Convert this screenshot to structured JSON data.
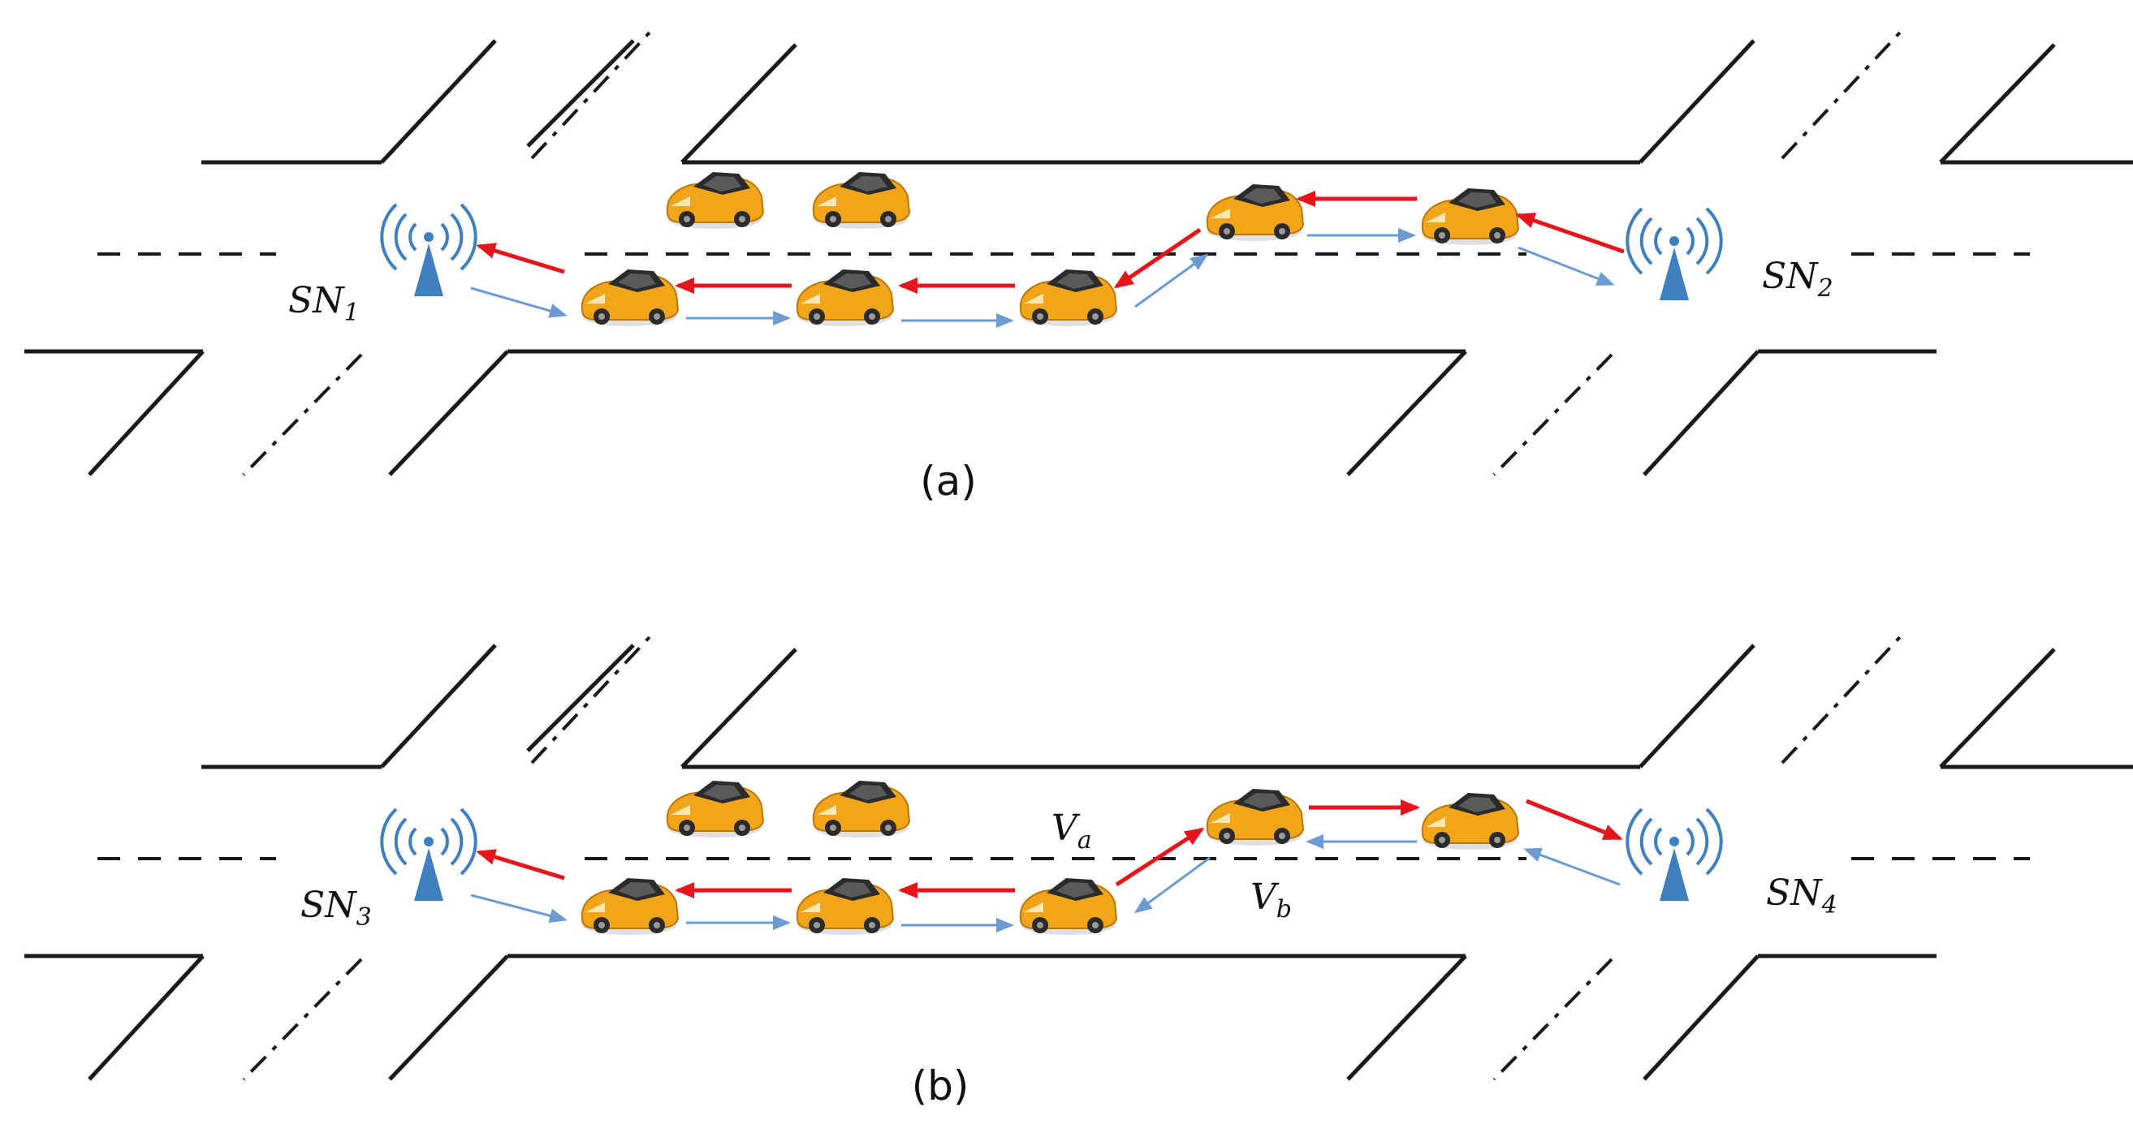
{
  "panels": [
    {
      "caption": "(a)",
      "station_left": {
        "name": "SN",
        "index": "1"
      },
      "station_right": {
        "name": "SN",
        "index": "2"
      }
    },
    {
      "caption": "(b)",
      "station_left": {
        "name": "SN",
        "index": "3"
      },
      "station_right": {
        "name": "SN",
        "index": "4"
      },
      "vehicle_a": {
        "name": "V",
        "index": "a"
      },
      "vehicle_b": {
        "name": "V",
        "index": "b"
      }
    }
  ],
  "colors": {
    "road": "#1a1a1a",
    "red_arrow": "#e8141b",
    "blue_arrow": "#6b9bd2",
    "car_body": "#f2a519",
    "car_roof": "#2b2b2b",
    "antenna": "#3f7fc0"
  },
  "icons": [
    "car-icon",
    "antenna-icon"
  ]
}
